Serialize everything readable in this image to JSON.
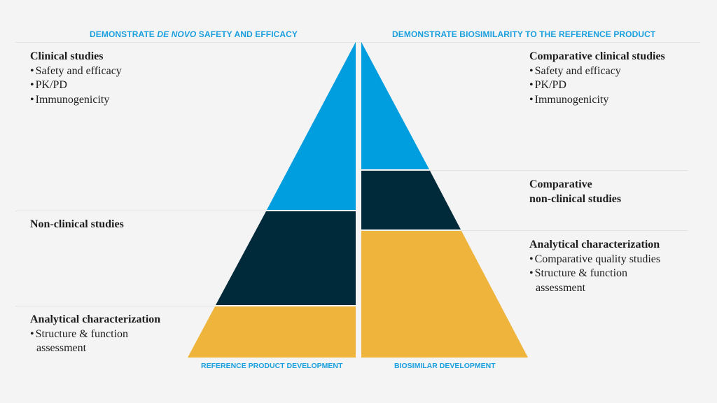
{
  "headers": {
    "left_prefix": "DEMONSTRATE ",
    "left_italic": "DE NOVO",
    "left_suffix": " SAFETY AND EFFICACY",
    "right": "DEMONSTRATE BIOSIMILARITY TO THE REFERENCE PRODUCT"
  },
  "footers": {
    "left": "REFERENCE PRODUCT DEVELOPMENT",
    "right": "BIOSIMILAR DEVELOPMENT"
  },
  "colors": {
    "clinical": "#009ddf",
    "nonclinical": "#002a3a",
    "analytical": "#eeb43c",
    "accent": "#1a9fdf"
  },
  "left": {
    "clinical": {
      "title": "Clinical studies",
      "items": [
        "Safety and efficacy",
        "PK/PD",
        "Immunogenicity"
      ]
    },
    "nonclinical": {
      "title": "Non-clinical studies"
    },
    "analytical": {
      "title": "Analytical characterization",
      "item1": "Structure & function",
      "item1_cont": "assessment"
    }
  },
  "right": {
    "clinical": {
      "title": "Comparative clinical studies",
      "items": [
        "Safety and efficacy",
        "PK/PD",
        "Immunogenicity"
      ]
    },
    "nonclinical": {
      "title_line1": "Comparative",
      "title_line2": "non-clinical studies"
    },
    "analytical": {
      "title": "Analytical characterization",
      "items": [
        "Comparative quality studies",
        "Structure & function"
      ],
      "item2_cont": "assessment"
    }
  }
}
